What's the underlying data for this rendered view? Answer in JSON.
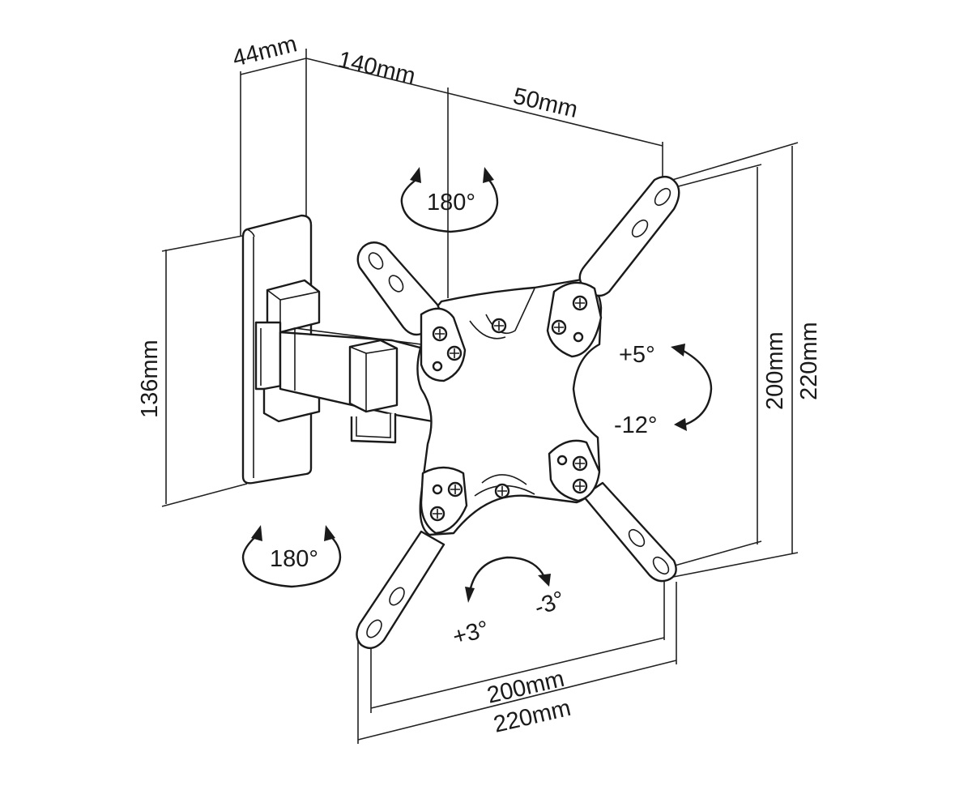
{
  "dimensions": {
    "wall_plate_depth": "44mm",
    "arm_length": "140mm",
    "plate_offset": "50mm",
    "wall_plate_height": "136mm",
    "vesa_v_inner": "200mm",
    "vesa_v_outer": "220mm",
    "vesa_h_inner": "200mm",
    "vesa_h_outer": "220mm"
  },
  "rotation": {
    "top_swivel": "180°",
    "bottom_swivel": "180°",
    "tilt_up": "+5°",
    "tilt_down": "-12°",
    "rotate_pos": "+3°",
    "rotate_neg": "-3°"
  }
}
